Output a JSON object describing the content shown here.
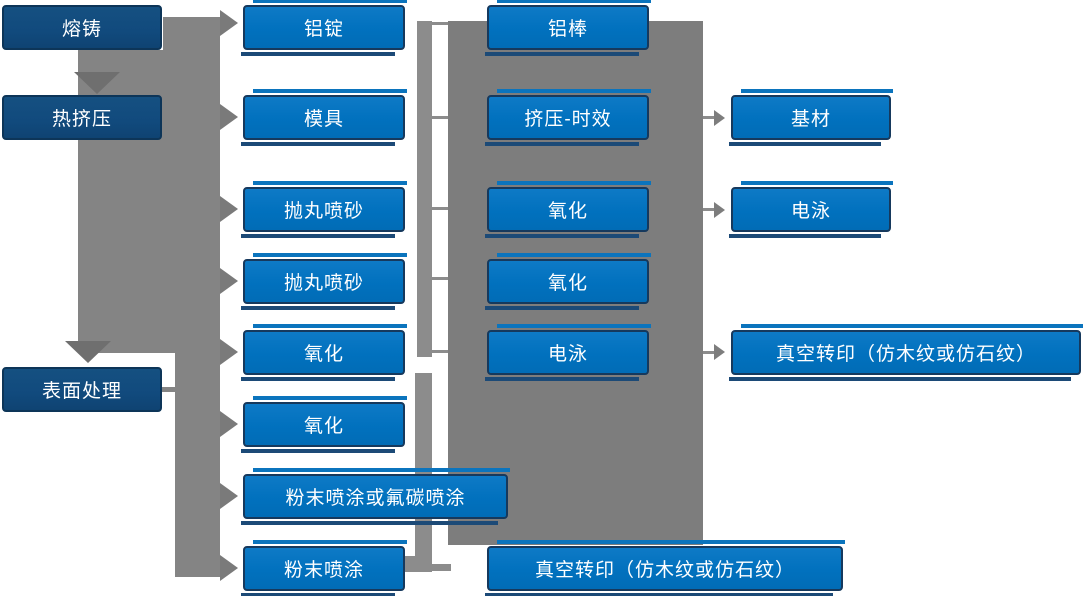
{
  "diagram": {
    "description": "aluminum profile production process flow",
    "column1": [
      {
        "label": "熔铸"
      },
      {
        "label": "热挤压"
      },
      {
        "label": "表面处理"
      }
    ],
    "column2": [
      {
        "label": "铝锭"
      },
      {
        "label": "模具"
      },
      {
        "label": "抛丸喷砂"
      },
      {
        "label": "抛丸喷砂"
      },
      {
        "label": "氧化"
      },
      {
        "label": "氧化"
      },
      {
        "label": "粉末喷涂或氟碳喷涂"
      },
      {
        "label": "粉末喷涂"
      }
    ],
    "column3": [
      {
        "label": "铝棒"
      },
      {
        "label": "挤压-时效"
      },
      {
        "label": "氧化"
      },
      {
        "label": "氧化"
      },
      {
        "label": "电泳"
      },
      {
        "label": "真空转印（仿木纹或仿石纹）"
      }
    ],
    "column4": [
      {
        "label": "基材"
      },
      {
        "label": "电泳"
      },
      {
        "label": "真空转印（仿木纹或仿石纹）"
      }
    ]
  },
  "colors": {
    "light_box_fill": "#0171BE",
    "light_box_border": "#16395D",
    "dark_box_fill": "#114A7D",
    "dark_box_border": "#0D3558",
    "connector_gray": "#848484",
    "big_rect_gray": "#7D7D7D",
    "text": "#FFFFFF",
    "background": "#FFFFFF"
  }
}
